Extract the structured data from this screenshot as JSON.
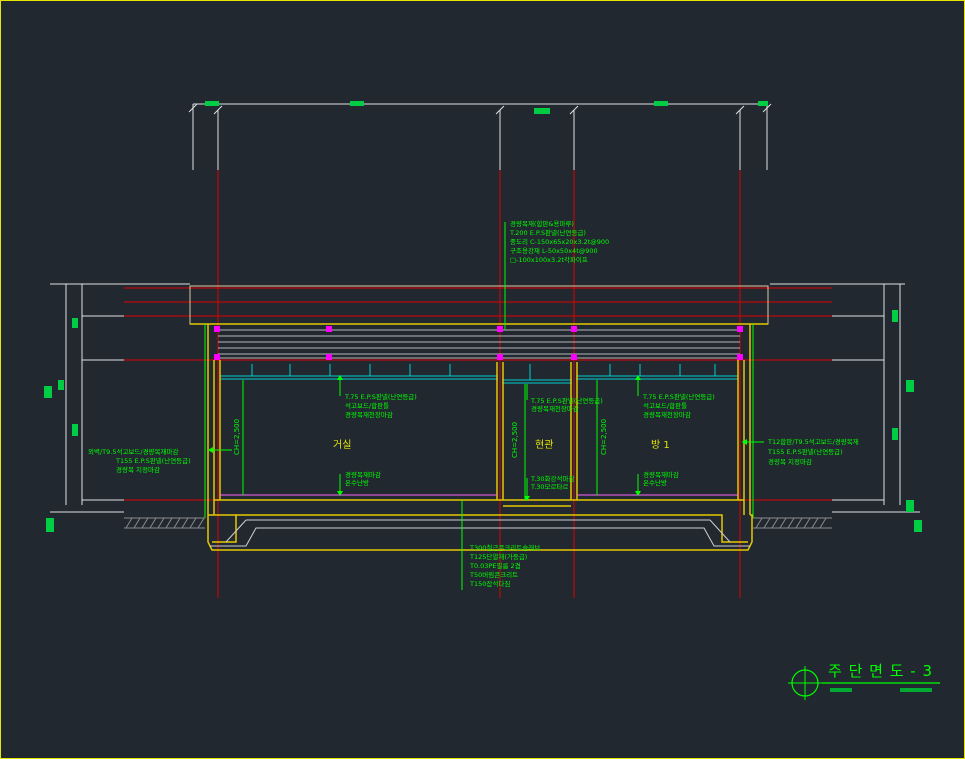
{
  "title": {
    "text": "주 단 면 도 - 3",
    "underline": "",
    "color": "#00ff00"
  },
  "colors": {
    "background": "#212830",
    "frame": "#e6e600",
    "wall": "#e6c800",
    "axis": "#e00000",
    "annotation": "#00ff00",
    "dimension": "#e0e0e0",
    "joist": "#00d0d0",
    "post": "#ff00ff"
  },
  "rooms": [
    {
      "label": "거실"
    },
    {
      "label": "현관"
    },
    {
      "label": "방 1"
    }
  ],
  "heights": [
    {
      "label": "CH=2,500"
    },
    {
      "label": "CH=2,500"
    },
    {
      "label": "CH=2,500"
    }
  ],
  "notes": {
    "roof": [
      "경량목재(합판&용마루)",
      "T.200 E.P.S판넬(난연등급)",
      "중도리 C-150x65x20x3.2t@900",
      "구조용강재 L-50x50x4t@900",
      "□-100x100x3.2t각파이프"
    ],
    "living_ceiling": [
      "T.75 E.P.S판넬(난연등급)",
      "석고보드/합판틀",
      "경량목재천장마감"
    ],
    "entry_ceiling": [
      "T.75 E.P.S판넬(난연등급)",
      "경량목재천장마감"
    ],
    "room_ceiling": [
      "T.75 E.P.S판넬(난연등급)",
      "석고보드/합판틀",
      "경량목재천장마감"
    ],
    "left_wall": [
      "외벽/T9.5석고보드/경량목재마감",
      "T155 E.P.S판넬(난연등급)",
      "경량목 지정마감"
    ],
    "right_wall": [
      "T12합판/T9.5석고보드/경량목재",
      "T155 E.P.S판넬(난연등급)",
      "경량목 지정마감"
    ],
    "living_floor": [
      "경량목재마감",
      "온수난방"
    ],
    "entry_floor": [
      "T.30화강석마감",
      "T.30모르타르"
    ],
    "room_floor": [
      "경량목재마감",
      "온수난방"
    ],
    "foundation": [
      "T300철근콘크리트슬래브",
      "T125단열재(가등급)",
      "T0.03PE필름 2겹",
      "T50버림콘크리트",
      "T150잡석다짐"
    ]
  }
}
